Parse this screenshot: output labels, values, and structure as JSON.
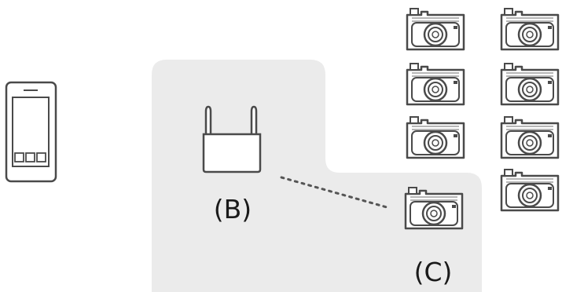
{
  "diagram": {
    "labels": {
      "access_point": "(B)",
      "connected_camera": "(C)"
    },
    "connection_style": "dotted",
    "colors": {
      "zone_fill": "#ebebeb",
      "outline": "#4a4a4a",
      "label_text": "#1a1a1a",
      "device_fill": "#ffffff"
    },
    "icons": {
      "phone": "smartphone-icon",
      "router": "wireless-router-icon",
      "camera": "camera-icon"
    },
    "unconnected_camera_count": 7
  }
}
